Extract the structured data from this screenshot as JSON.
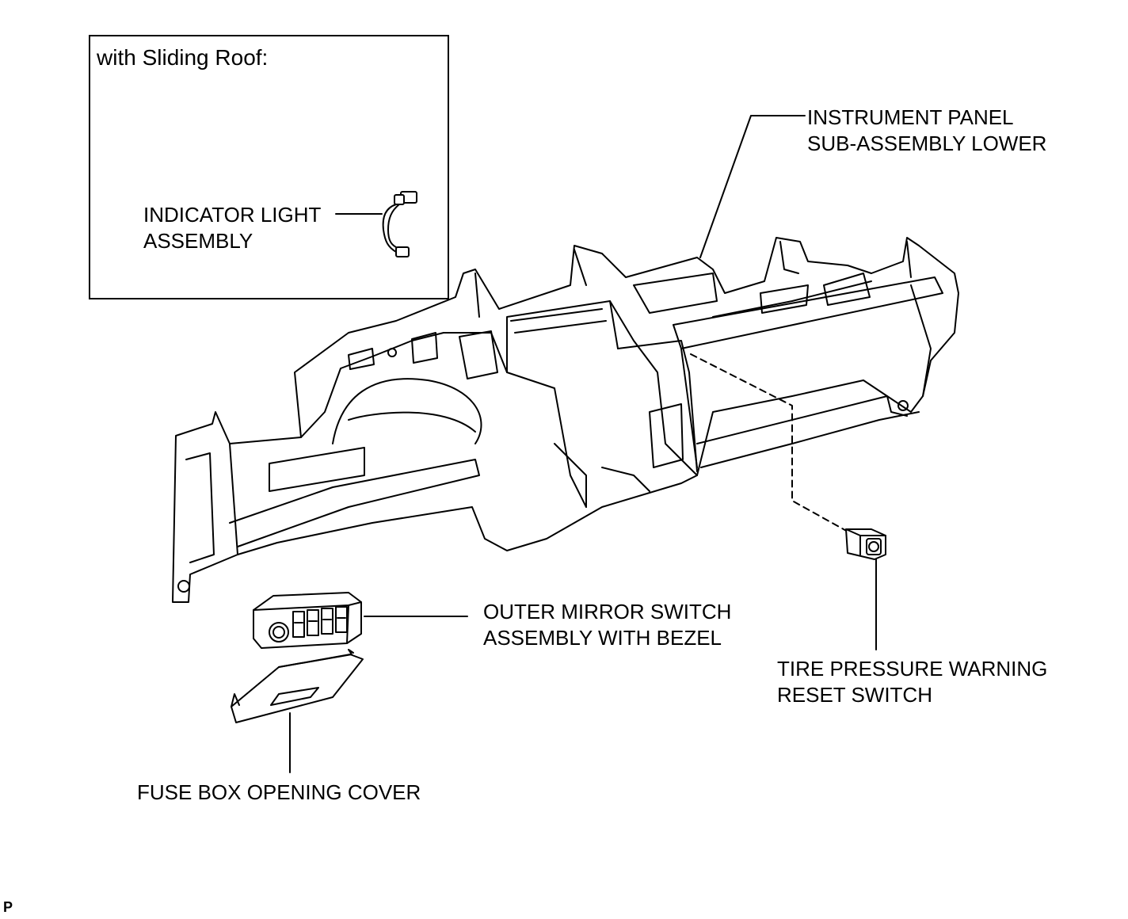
{
  "inset": {
    "title": "with Sliding Roof:",
    "part_label": [
      "INDICATOR LIGHT",
      "ASSEMBLY"
    ]
  },
  "labels": {
    "instrument_panel": [
      "INSTRUMENT PANEL",
      "SUB-ASSEMBLY LOWER"
    ],
    "outer_mirror_switch": [
      "OUTER MIRROR SWITCH",
      "ASSEMBLY WITH BEZEL"
    ],
    "tire_pressure_switch": [
      "TIRE PRESSURE WARNING",
      "RESET SWITCH"
    ],
    "fuse_box_cover": [
      "FUSE BOX OPENING COVER"
    ]
  },
  "page_mark": "P"
}
